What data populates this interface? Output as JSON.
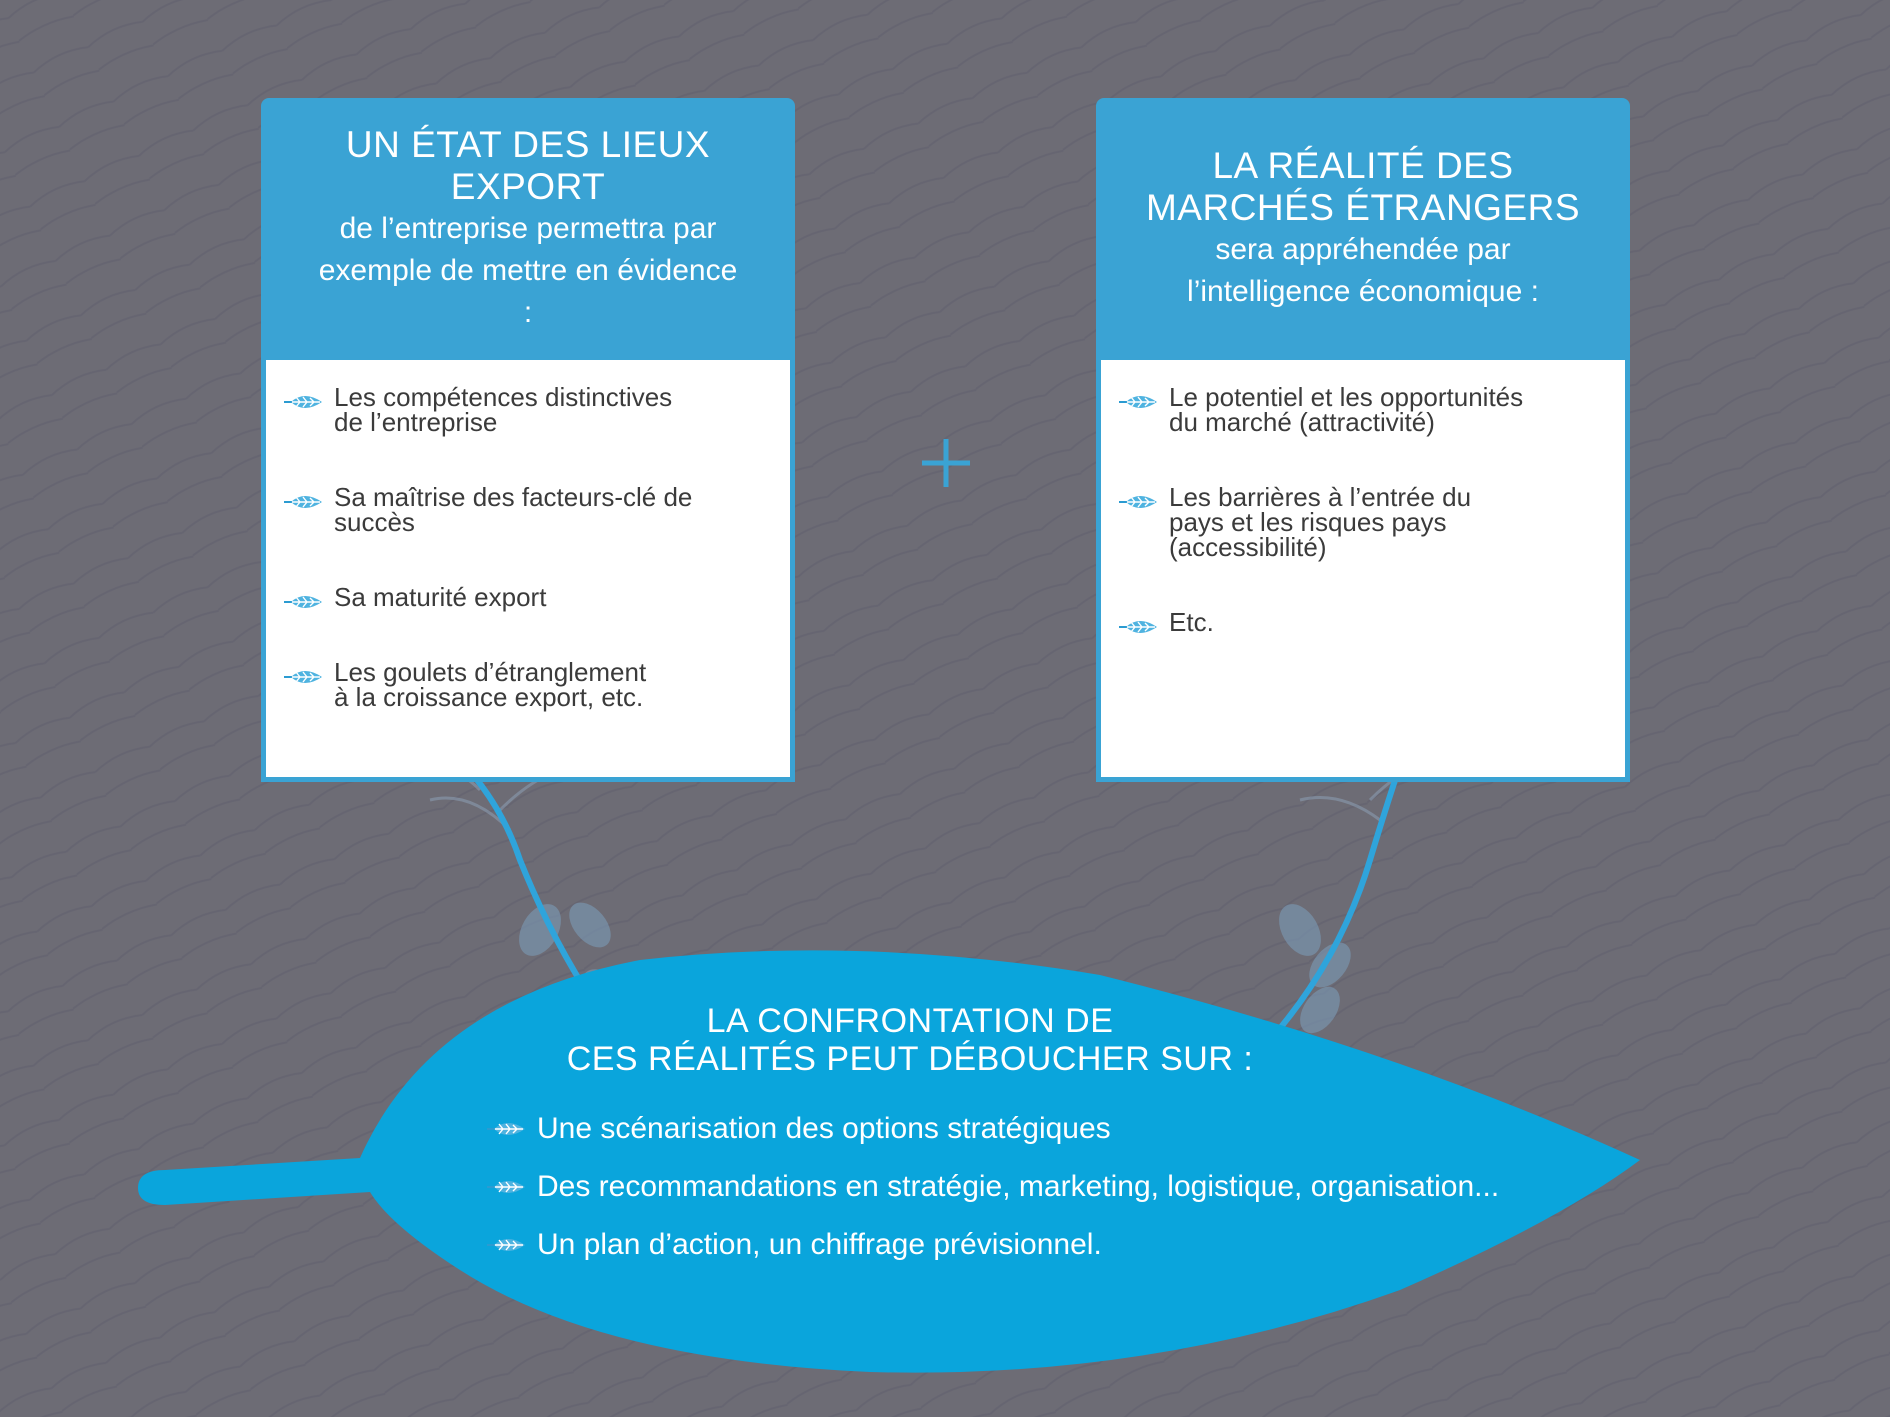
{
  "colors": {
    "background": "#6d6c75",
    "accent": "#3aa3d4",
    "leaf_fill": "#0aa5dc",
    "card_body": "#ffffff",
    "text_dark": "#3b3b3b"
  },
  "left_card": {
    "title": "UN ÉTAT DES LIEUX EXPORT",
    "subtitle": "de l’entreprise permettra par exemple de mettre en évidence :",
    "items": [
      {
        "text": "Les compétences distinctives\nde l’entreprise",
        "icon": "leaf-icon"
      },
      {
        "text": "Sa maîtrise des facteurs-clé de\nsuccès",
        "icon": "leaf-icon"
      },
      {
        "text": "Sa maturité export",
        "icon": "leaf-icon"
      },
      {
        "text": "Les goulets d’étranglement\nà la croissance export, etc.",
        "icon": "leaf-icon"
      }
    ]
  },
  "right_card": {
    "title": "LA RÉALITÉ DES MARCHÉS ÉTRANGERS",
    "subtitle": "sera appréhendée par l’intelligence économique :",
    "items": [
      {
        "text": "Le potentiel et les opportunités\ndu marché (attractivité)",
        "icon": "leaf-icon"
      },
      {
        "text": "Les barrières à l’entrée du\npays et les risques pays\n(accessibilité)",
        "icon": "leaf-icon"
      },
      {
        "text": "Etc.",
        "icon": "leaf-icon"
      }
    ]
  },
  "connector": {
    "symbol": "+",
    "icon": "plus-icon"
  },
  "bottom": {
    "title_line1": "LA CONFRONTATION DE",
    "title_line2": "CES RÉALITÉS PEUT DÉBOUCHER SUR :",
    "items": [
      {
        "text": "Une scénarisation des options stratégiques",
        "icon": "leaf-icon"
      },
      {
        "text": "Des recommandations en stratégie, marketing, logistique, organisation...",
        "icon": "leaf-icon"
      },
      {
        "text": "Un plan d’action, un chiffrage prévisionnel.",
        "icon": "leaf-icon"
      }
    ]
  }
}
